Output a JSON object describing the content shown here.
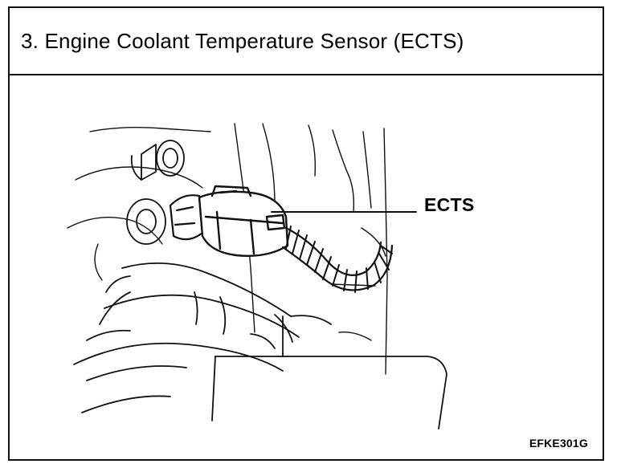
{
  "title": "3. Engine Coolant Temperature Sensor (ECTS)",
  "callout": {
    "label": "ECTS"
  },
  "figure_code": "EFKE301G"
}
